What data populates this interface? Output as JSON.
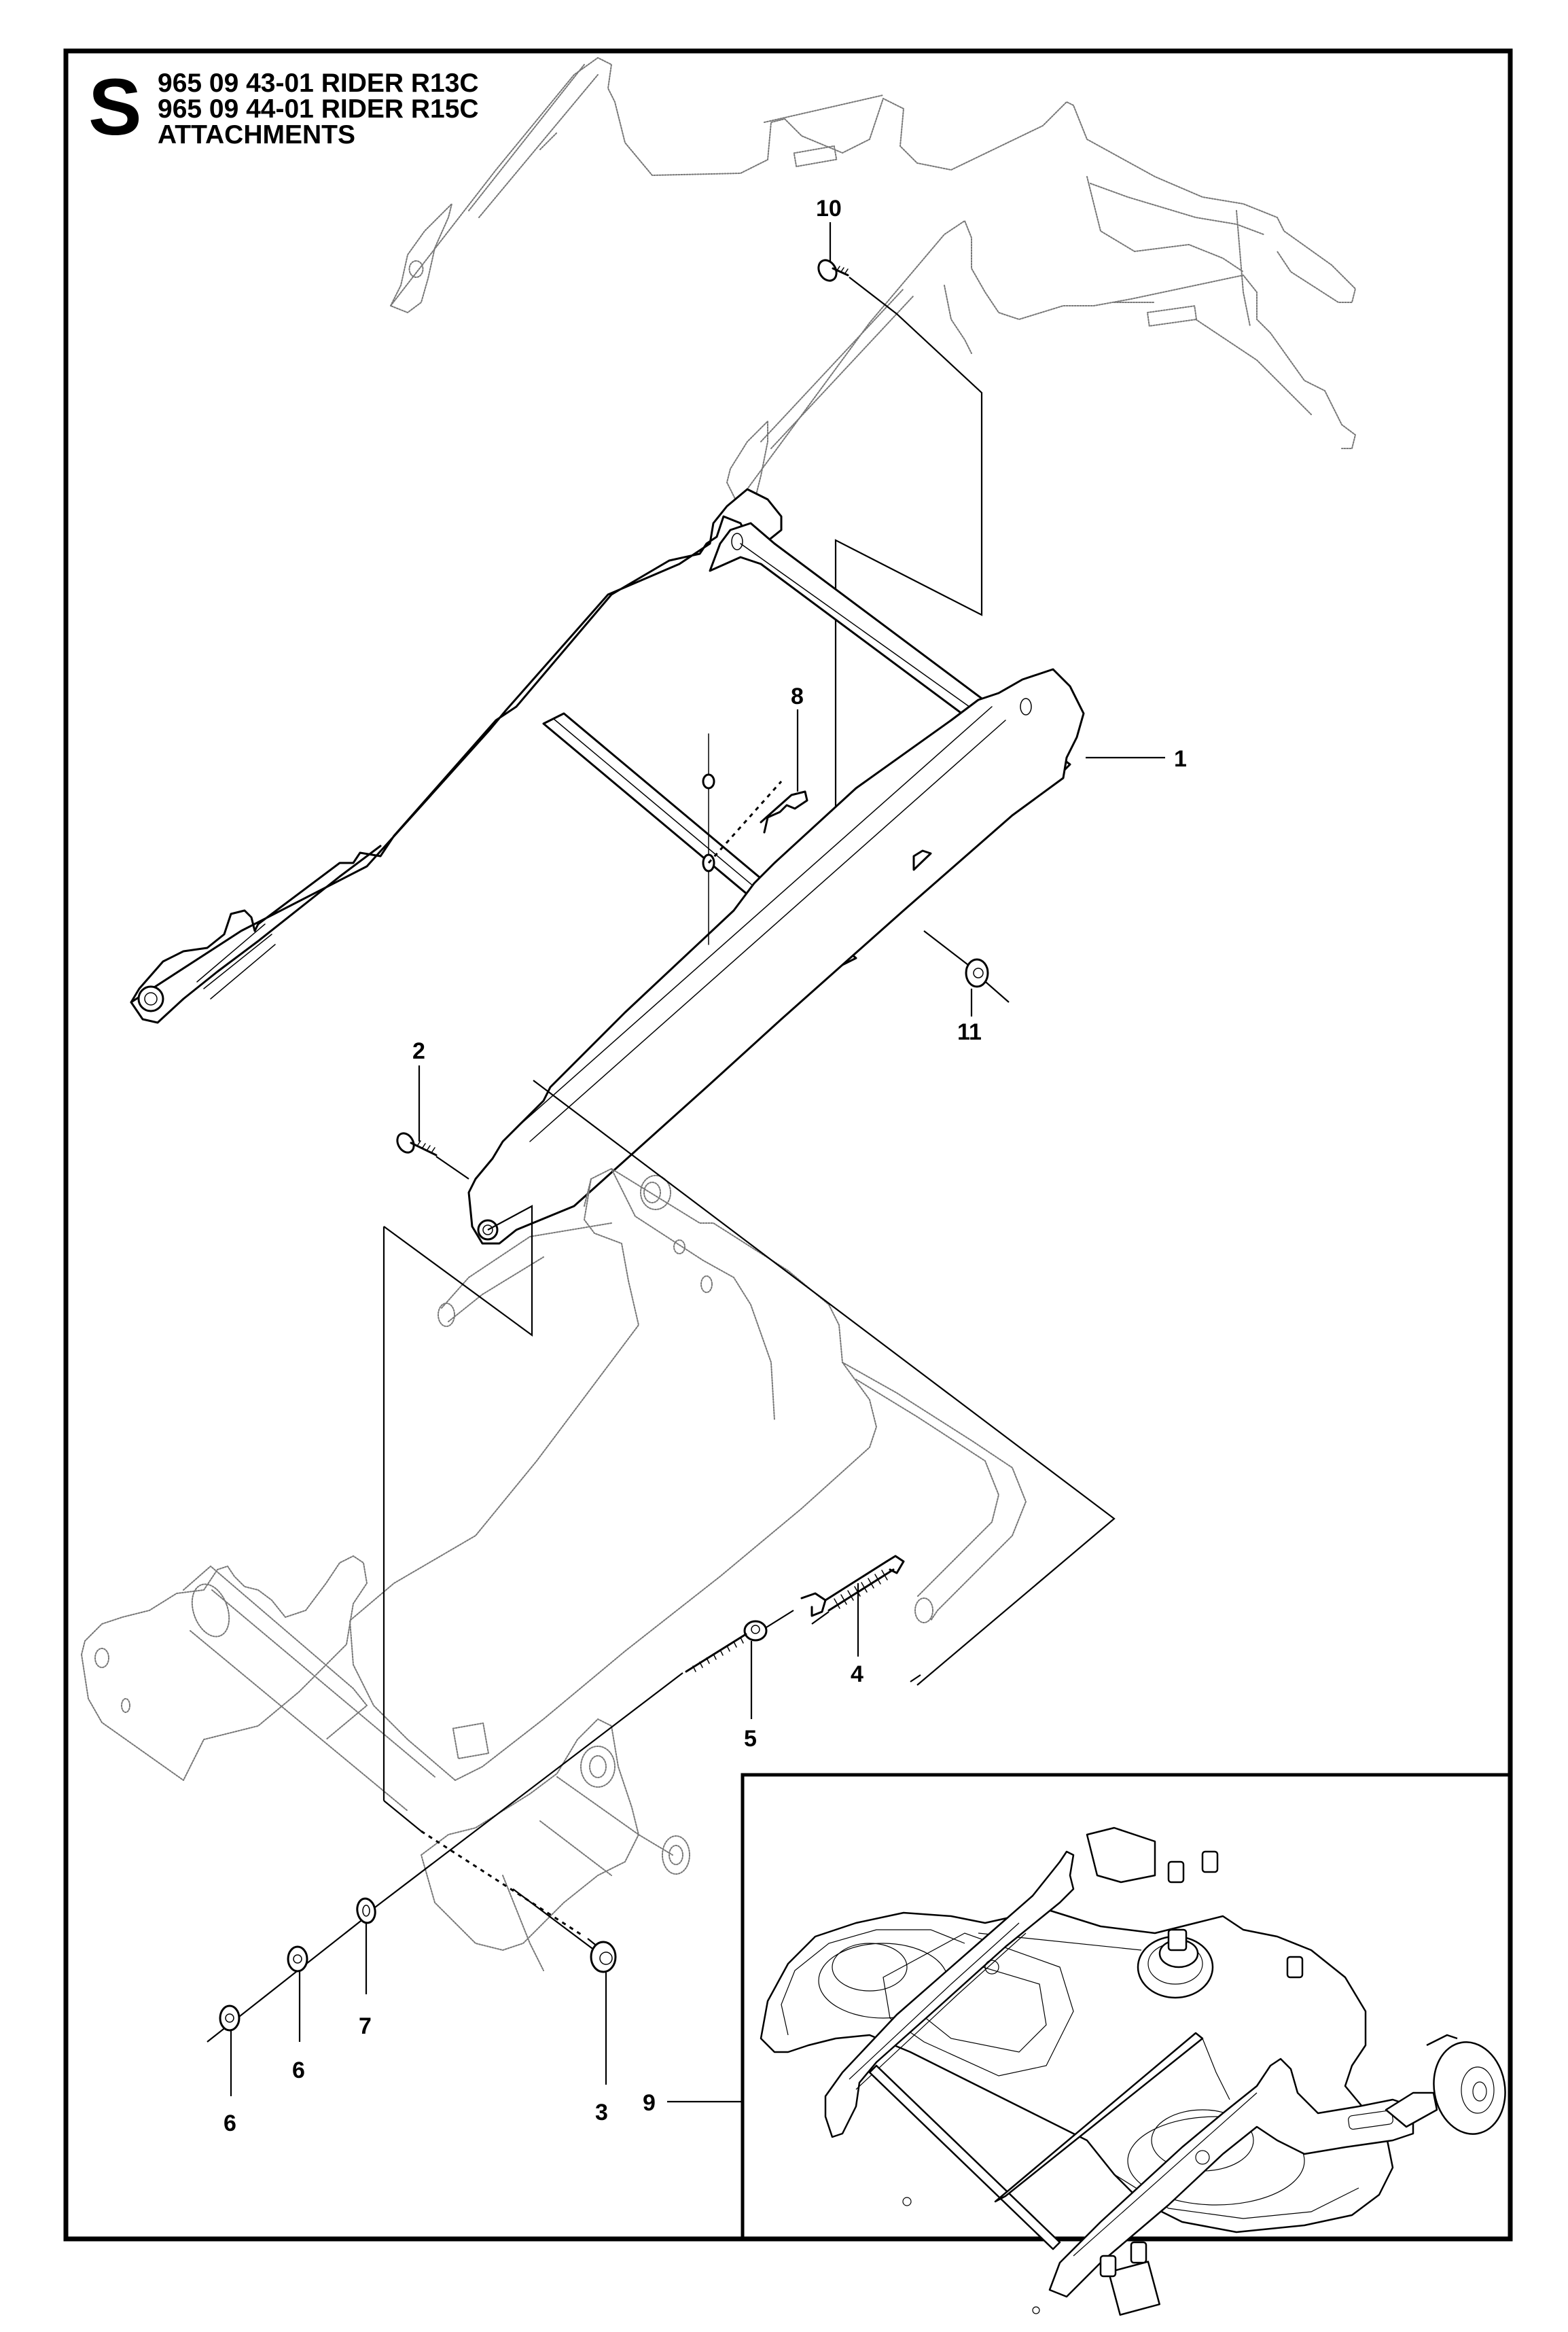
{
  "header": {
    "section_letter": "S",
    "lines": [
      "965 09 43-01 RIDER R13C",
      "965 09 44-01 RIDER R15C",
      "ATTACHMENTS"
    ]
  },
  "callouts": [
    {
      "id": "1",
      "label": "1",
      "part": "lift-frame"
    },
    {
      "id": "2",
      "label": "2",
      "part": "bolt"
    },
    {
      "id": "3",
      "label": "3",
      "part": "lock-nut"
    },
    {
      "id": "4",
      "label": "4",
      "part": "tension-spring"
    },
    {
      "id": "5",
      "label": "5",
      "part": "eye-bolt"
    },
    {
      "id": "6a",
      "label": "6",
      "part": "nut"
    },
    {
      "id": "6b",
      "label": "6",
      "part": "nut"
    },
    {
      "id": "7",
      "label": "7",
      "part": "washer"
    },
    {
      "id": "8",
      "label": "8",
      "part": "hair-pin-clip"
    },
    {
      "id": "9",
      "label": "9",
      "part": "cutting-deck-assembly"
    },
    {
      "id": "10",
      "label": "10",
      "part": "shoulder-bolt"
    },
    {
      "id": "11",
      "label": "11",
      "part": "lock-nut"
    }
  ]
}
